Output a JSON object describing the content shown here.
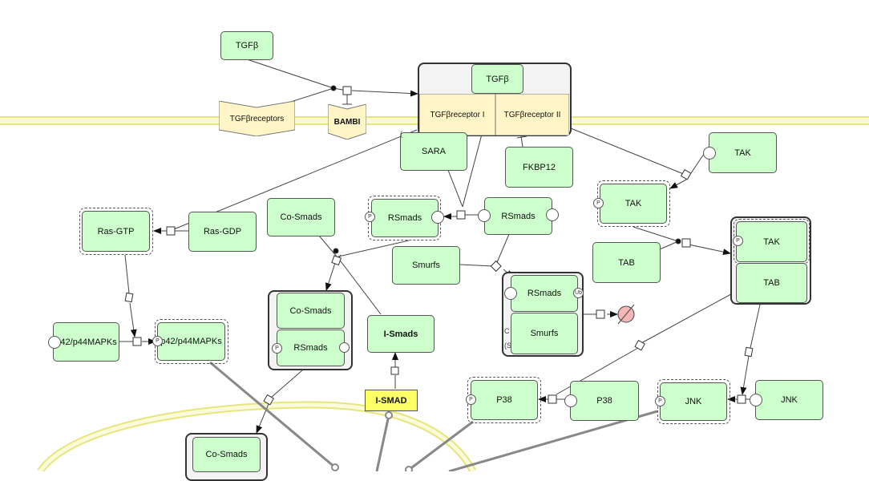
{
  "nodes": {
    "tgfb_ligand": "TGFβ",
    "tgfb_receptors": "TGFβreceptors",
    "bambi": "BAMBI",
    "tgfb_in_complex": "TGFβ",
    "tgfb_receptor_1": "TGFβreceptor I",
    "tgfb_receptor_2": "TGFβreceptor II",
    "sara": "SARA",
    "fkbp12": "FKBP12",
    "tak_free": "TAK",
    "tak_p": "TAK",
    "tab": "TAB",
    "tak_complex": "TAK",
    "tab_complex": "TAB",
    "ras_gtp": "Ras-GTP",
    "ras_gdp": "Ras-GDP",
    "co_smads": "Co-Smads",
    "rsmads_p": "RSmads",
    "rsmads": "RSmads",
    "smurfs": "Smurfs",
    "rsmads_ub": "RSmads",
    "smurfs_complex": "Smurfs",
    "co_smads_complex": "Co-Smads",
    "rsmads_complex": "RSmads",
    "i_smads": "I-Smads",
    "i_smad_gene": "I-SMAD",
    "p42_free": "p42/p44MAPKs",
    "p42_p": "p42/p44MAPKs",
    "p38_p": "P38",
    "p38": "P38",
    "jnk_p": "JNK",
    "jnk": "JNK",
    "co_smads_bottom": "Co-Smads"
  },
  "state_labels": {
    "phospho": "P",
    "ubiquitin": "Ub"
  }
}
